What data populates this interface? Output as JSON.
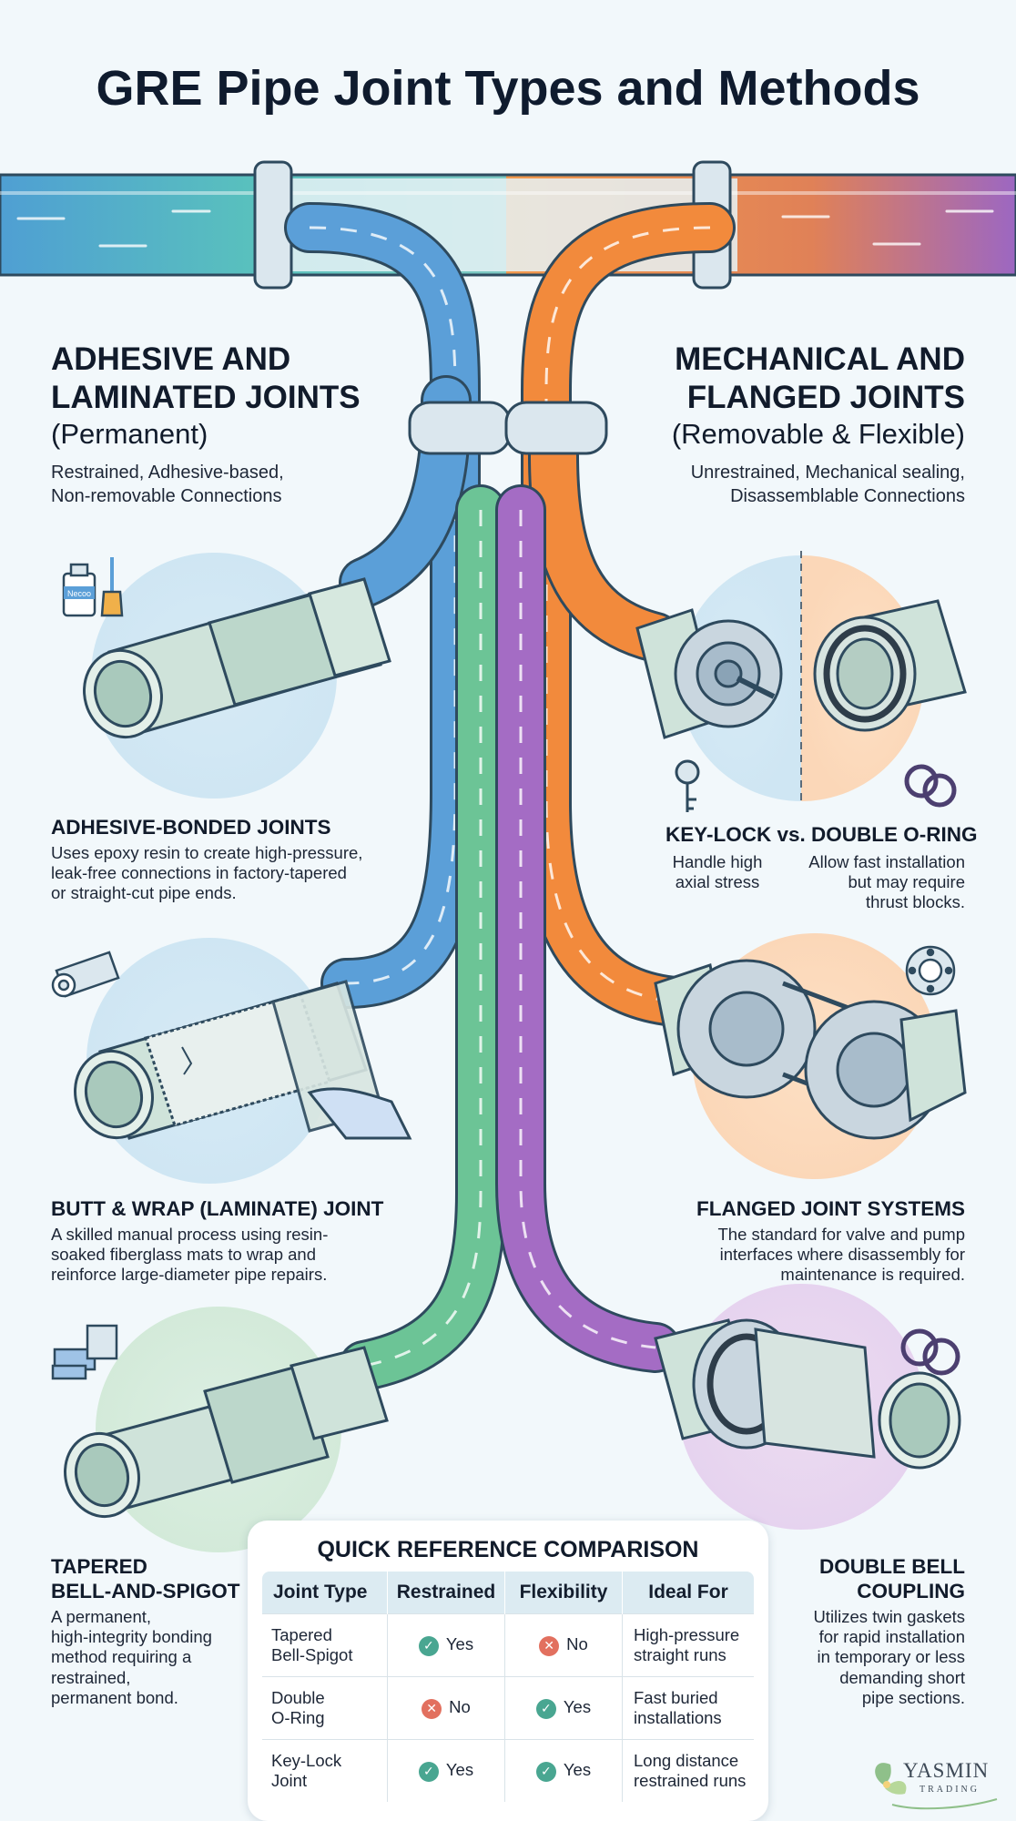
{
  "title": "GRE Pipe Joint Types and Methods",
  "left_section": {
    "title_line1": "ADHESIVE AND",
    "title_line2": "LAMINATED JOINTS",
    "subtitle": "(Permanent)",
    "desc_line1": "Restrained, Adhesive-based,",
    "desc_line2": "Non-removable Connections"
  },
  "right_section": {
    "title_line1": "MECHANICAL AND",
    "title_line2": "FLANGED JOINTS",
    "subtitle": "(Removable & Flexible)",
    "desc_line1": "Unrestrained, Mechanical sealing,",
    "desc_line2": "Disassemblable Connections"
  },
  "icons": {
    "bottle_label": "Necoo"
  },
  "joints": {
    "adhesive": {
      "heading": "ADHESIVE-BONDED JOINTS",
      "lines": [
        "Uses epoxy resin to create high-pressure,",
        "leak-free connections in factory-tapered",
        "or straight-cut pipe ends."
      ]
    },
    "butt_wrap": {
      "heading": "BUTT & WRAP (LAMINATE) JOINT",
      "lines": [
        "A skilled manual process using resin-",
        "soaked fiberglass mats to wrap and",
        "reinforce large-diameter pipe repairs."
      ]
    },
    "tapered": {
      "heading_line1": "TAPERED",
      "heading_line2": "BELL-AND-SPIGOT",
      "lines": [
        "A permanent,",
        "high-integrity bonding",
        "method requiring a",
        "restrained,",
        "permanent bond."
      ]
    },
    "keylock": {
      "heading": "KEY-LOCK vs. DOUBLE O-RING",
      "left_lines": [
        "Handle high",
        "axial stress"
      ],
      "right_lines": [
        "Allow fast installation",
        "but may require",
        "thrust blocks."
      ]
    },
    "flanged": {
      "heading": "FLANGED JOINT SYSTEMS",
      "lines": [
        "The standard for valve and pump",
        "interfaces where disassembly for",
        "maintenance is required."
      ]
    },
    "double_bell": {
      "heading_line1": "DOUBLE BELL",
      "heading_line2": "COUPLING",
      "lines": [
        "Utilizes twin gaskets",
        "for rapid installation",
        "in temporary or less",
        "demanding short",
        "pipe sections."
      ]
    }
  },
  "comparison": {
    "title": "QUICK REFERENCE COMPARISON",
    "headers": [
      "Joint Type",
      "Restrained",
      "Flexibility",
      "Ideal For"
    ],
    "rows": [
      {
        "type_line1": "Tapered",
        "type_line2": "Bell-Spigot",
        "restrained": "Yes",
        "restrained_ok": true,
        "flexibility": "No",
        "flexibility_ok": false,
        "ideal_line1": "High-pressure",
        "ideal_line2": "straight runs"
      },
      {
        "type_line1": "Double",
        "type_line2": "O-Ring",
        "restrained": "No",
        "restrained_ok": false,
        "flexibility": "Yes",
        "flexibility_ok": true,
        "ideal_line1": "Fast buried",
        "ideal_line2": "installations"
      },
      {
        "type_line1": "Key-Lock",
        "type_line2": "Joint",
        "restrained": "Yes",
        "restrained_ok": true,
        "flexibility": "Yes",
        "flexibility_ok": true,
        "ideal_line1": "Long distance",
        "ideal_line2": "restrained runs"
      }
    ]
  },
  "logo": {
    "word": "YASMIN",
    "tagline": "TRADING"
  },
  "colors": {
    "blue_pipe": "#5b9fd8",
    "green_pipe": "#6cc496",
    "orange_pipe": "#f28a3c",
    "purple_pipe": "#a46cc4",
    "pipe_body": "#cfe3da",
    "yes": "#49a691",
    "no": "#e2705f"
  }
}
